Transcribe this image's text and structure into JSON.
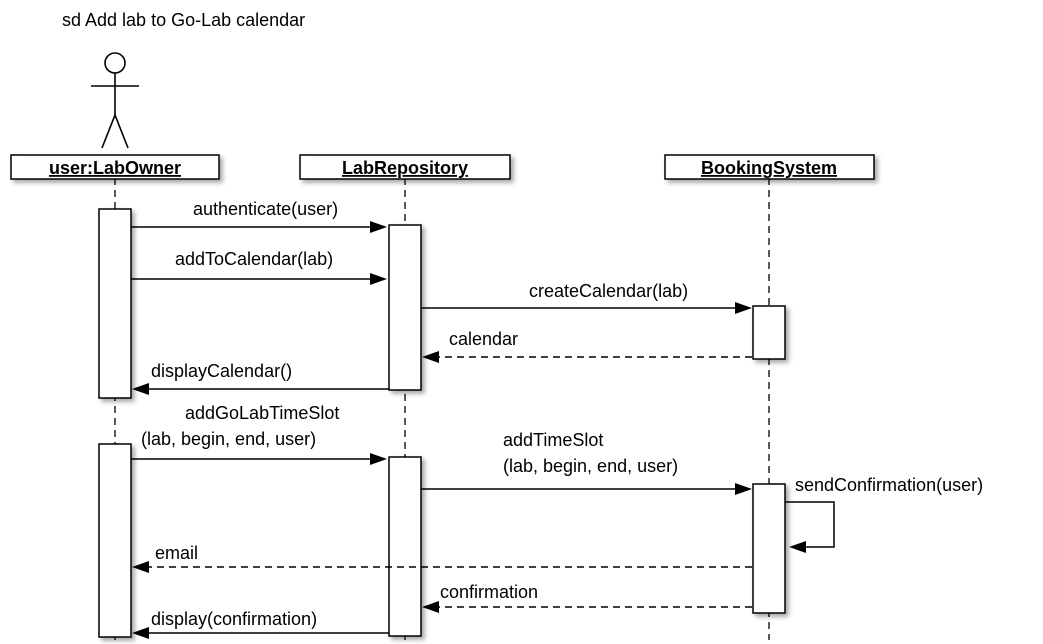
{
  "diagram": {
    "frame_title": "sd Add lab to Go-Lab calendar",
    "lifelines": [
      {
        "id": "owner",
        "label": "user:LabOwner"
      },
      {
        "id": "repo",
        "label": "LabRepository"
      },
      {
        "id": "booking",
        "label": "BookingSystem"
      }
    ],
    "messages": [
      {
        "from": "owner",
        "to": "repo",
        "kind": "sync",
        "label": [
          "authenticate(user)"
        ]
      },
      {
        "from": "owner",
        "to": "repo",
        "kind": "sync",
        "label": [
          "addToCalendar(lab)"
        ]
      },
      {
        "from": "repo",
        "to": "booking",
        "kind": "sync",
        "label": [
          "createCalendar(lab)"
        ]
      },
      {
        "from": "booking",
        "to": "repo",
        "kind": "reply",
        "label": [
          "calendar"
        ]
      },
      {
        "from": "repo",
        "to": "owner",
        "kind": "sync",
        "label": [
          "displayCalendar()"
        ]
      },
      {
        "from": "owner",
        "to": "repo",
        "kind": "sync",
        "label": [
          "addGoLabTimeSlot",
          "(lab, begin, end, user)"
        ]
      },
      {
        "from": "repo",
        "to": "booking",
        "kind": "sync",
        "label": [
          "addTimeSlot",
          "(lab, begin, end, user)"
        ]
      },
      {
        "from": "booking",
        "to": "booking",
        "kind": "self",
        "label": [
          "sendConfirmation(user)"
        ]
      },
      {
        "from": "booking",
        "to": "owner",
        "kind": "reply",
        "label": [
          "email"
        ]
      },
      {
        "from": "booking",
        "to": "repo",
        "kind": "reply",
        "label": [
          "confirmation"
        ]
      },
      {
        "from": "repo",
        "to": "owner",
        "kind": "sync",
        "label": [
          "display(confirmation)"
        ]
      }
    ]
  }
}
